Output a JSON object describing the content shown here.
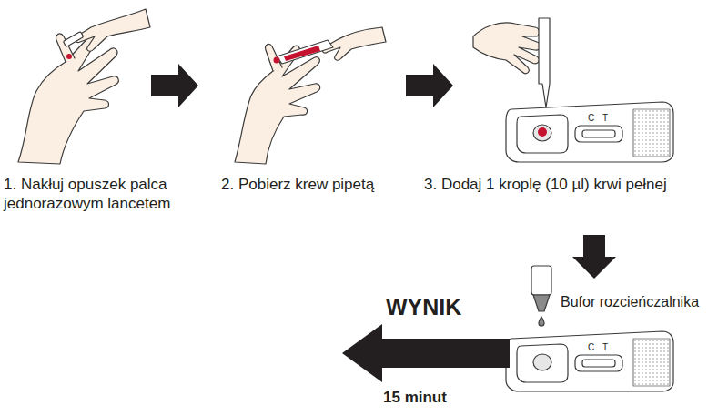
{
  "diagram": {
    "labels": [
      "1. Nakłuj opuszek palca jednorazowym lancetem",
      "2. Pobierz krew pipetą",
      "3. Dodaj 1 kroplę (10 µl) krwi pełnej",
      "Bufor rozcieńczalnika",
      "WYNIK",
      "15 minut",
      "C",
      "T",
      "C",
      "T"
    ]
  }
}
